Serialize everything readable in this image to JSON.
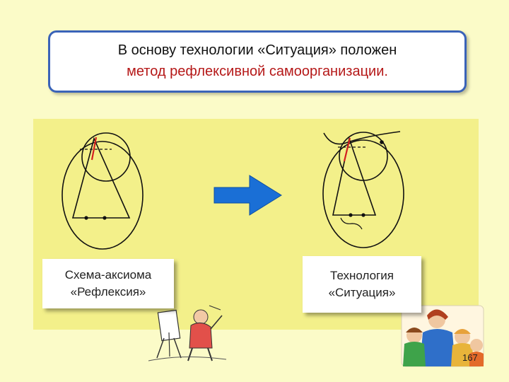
{
  "title": {
    "line1": "В основу технологии «Ситуация» положен",
    "line2": "метод рефлексивной самоорганизации."
  },
  "labels": {
    "left": {
      "line1": "Схема-аксиома",
      "line2": "«Рефлексия»"
    },
    "right": {
      "line1": "Технология",
      "line2": "«Ситуация»"
    }
  },
  "page_number": "167",
  "colors": {
    "background": "#fbfbc8",
    "panel": "#f3f08a",
    "title_border": "#3a63b8",
    "title_emphasis": "#b51818",
    "arrow": "#1a6fd6"
  },
  "icons": [
    "right-arrow-icon",
    "artist-easel-clipart",
    "family-photo"
  ]
}
